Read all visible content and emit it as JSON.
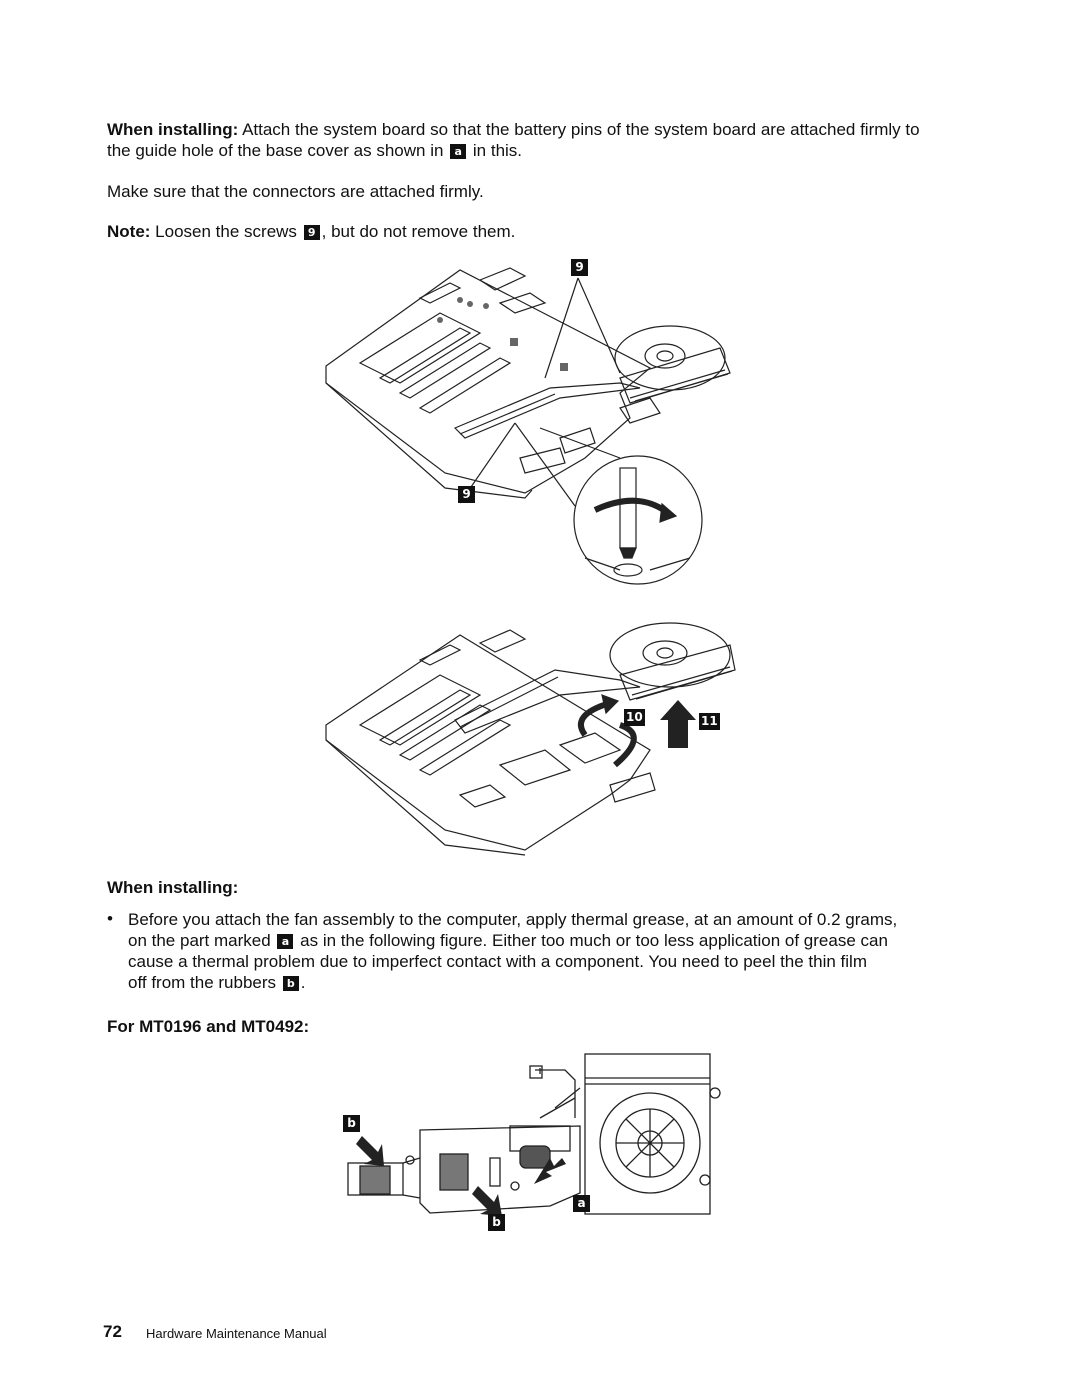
{
  "para1": {
    "lead": "When installing:",
    "text_a": " Attach the system board so that the battery pins of the system board are attached firmly to",
    "text_b": "the guide hole of the base cover as shown in ",
    "badge": "a",
    "text_c": " in this."
  },
  "para2": {
    "text": "Make sure that the connectors are attached firmly."
  },
  "note": {
    "lead": "Note:",
    "text_a": " Loosen the screws ",
    "badge": "9",
    "text_b": ", but do not remove them."
  },
  "figure1": {
    "callout_top": "9",
    "callout_bottom": "9"
  },
  "figure2": {
    "callout_a": "10",
    "callout_b": "11"
  },
  "section1": {
    "heading": "When installing:"
  },
  "bullet1": {
    "marker": "•",
    "line1": "Before you attach the fan assembly to the computer, apply thermal grease, at an amount of 0.2 grams,",
    "line2_a": "on the part marked ",
    "badge_a": "a",
    "line2_b": " as in the following figure. Either too much or too less application of grease can",
    "line3": "cause a thermal problem due to imperfect contact with a component. You need to peel the thin film",
    "line4_a": "off from the rubbers ",
    "badge_b": "b",
    "line4_b": "."
  },
  "section2": {
    "heading": "For MT0196 and MT0492:"
  },
  "figure3": {
    "callout_b1": "b",
    "callout_a": "a",
    "callout_b2": "b"
  },
  "footer": {
    "page_number": "72",
    "title": "Hardware Maintenance Manual"
  }
}
